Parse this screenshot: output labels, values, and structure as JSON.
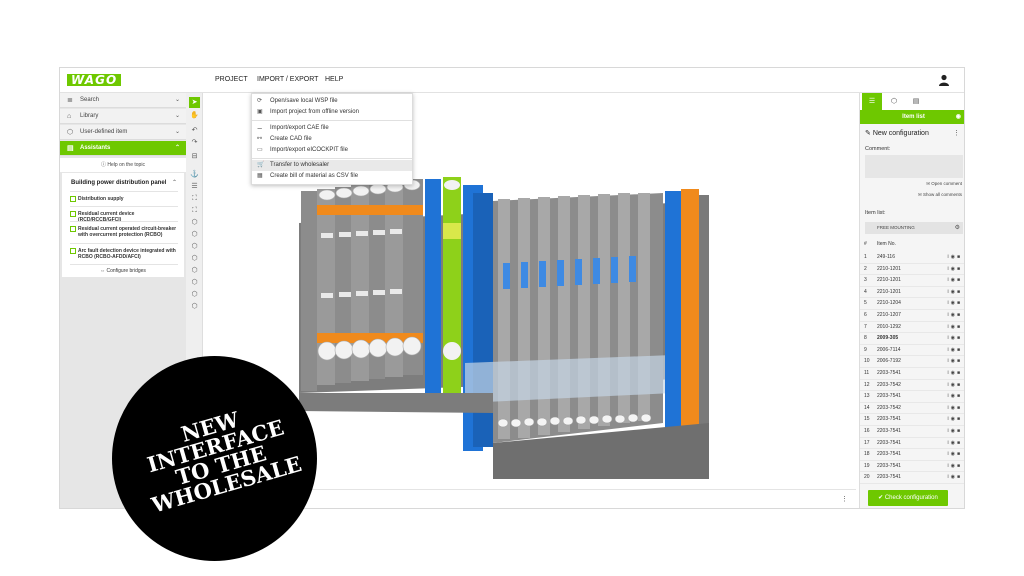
{
  "app": {
    "logo": "WAGO",
    "nav": {
      "project": "PROJECT",
      "import_export": "IMPORT / EXPORT",
      "help": "HELP"
    }
  },
  "sidebar": {
    "items": [
      {
        "label": "Search",
        "icon": "search-icon"
      },
      {
        "label": "Library",
        "icon": "library-icon"
      },
      {
        "label": "User-defined item",
        "icon": "cube-icon"
      },
      {
        "label": "Assistants",
        "icon": "assistant-icon",
        "active": true
      }
    ],
    "help_topic": "Help on the topic",
    "assistant": {
      "title": "Building power distribution panel",
      "items": [
        "Distribution supply",
        "Residual current device (RCD/RCCB/GFCI)",
        "Residual current operated circuit-breaker with overcurrent protection (RCBO)",
        "Arc fault detection device integrated with RCBO (RCBO-AFDD/AFCI)"
      ],
      "configure_bridges": "Configure bridges"
    }
  },
  "dropdown": {
    "items": [
      "Open/save local WSP file",
      "Import project from offline version",
      "Import/export CAE file",
      "Create CAD file",
      "Import/export eICOCKPIT file",
      "Transfer to wholesaler",
      "Create bill of material as CSV file"
    ],
    "hover_index": 5
  },
  "right_panel": {
    "header": "Item list",
    "config_name": "New configuration",
    "comment_label": "Comment:",
    "open_comment": "Open comment",
    "show_all_comments": "Show all comments",
    "item_list_label": "Item list:",
    "free_mounting": "FREE MOUNTING",
    "col_num": "#",
    "col_item": "Item No.",
    "rows": [
      {
        "n": "1",
        "item": "249-116"
      },
      {
        "n": "2",
        "item": "2210-1201"
      },
      {
        "n": "3",
        "item": "2210-1201"
      },
      {
        "n": "4",
        "item": "2210-1201"
      },
      {
        "n": "5",
        "item": "2210-1204"
      },
      {
        "n": "6",
        "item": "2210-1207"
      },
      {
        "n": "7",
        "item": "2010-1292"
      },
      {
        "n": "8",
        "item": "2009-305"
      },
      {
        "n": "9",
        "item": "2006-7114"
      },
      {
        "n": "10",
        "item": "2006-7192"
      },
      {
        "n": "11",
        "item": "2203-7541"
      },
      {
        "n": "12",
        "item": "2203-7542"
      },
      {
        "n": "13",
        "item": "2203-7541"
      },
      {
        "n": "14",
        "item": "2203-7542"
      },
      {
        "n": "15",
        "item": "2203-7541"
      },
      {
        "n": "16",
        "item": "2203-7541"
      },
      {
        "n": "17",
        "item": "2203-7541"
      },
      {
        "n": "18",
        "item": "2203-7541"
      },
      {
        "n": "19",
        "item": "2203-7541"
      },
      {
        "n": "20",
        "item": "2203-7541"
      }
    ],
    "check_button": "Check configuration"
  },
  "badge": {
    "lines": [
      "NEW",
      "INTERFACE",
      "TO THE",
      "WHOLESALE"
    ]
  },
  "colors": {
    "accent": "#6ec800",
    "badge": "#000000",
    "terminal_blue": "#1f73d6",
    "terminal_orange": "#f08a1c",
    "terminal_grey": "#8a8a8a"
  }
}
